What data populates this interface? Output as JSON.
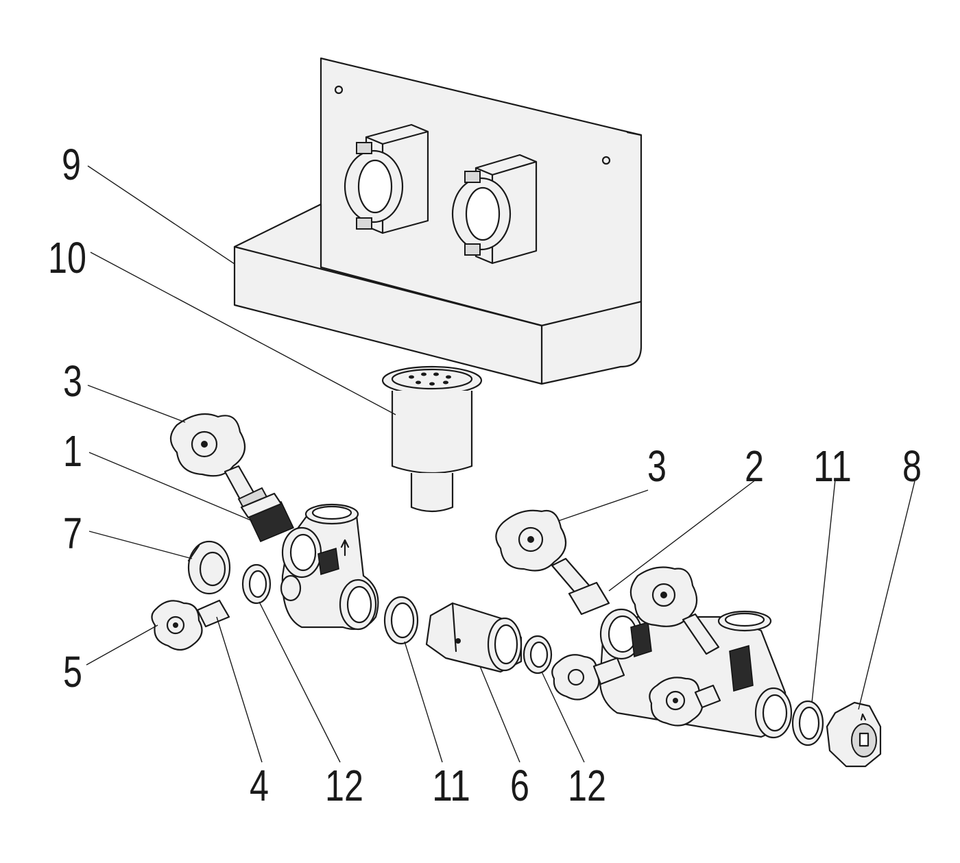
{
  "callouts": [
    {
      "id": "9",
      "text": "9"
    },
    {
      "id": "10",
      "text": "10"
    },
    {
      "id": "3a",
      "text": "3"
    },
    {
      "id": "1",
      "text": "1"
    },
    {
      "id": "7",
      "text": "7"
    },
    {
      "id": "5",
      "text": "5"
    },
    {
      "id": "3b",
      "text": "3"
    },
    {
      "id": "2",
      "text": "2"
    },
    {
      "id": "11a",
      "text": "11"
    },
    {
      "id": "8",
      "text": "8"
    },
    {
      "id": "4",
      "text": "4"
    },
    {
      "id": "12a",
      "text": "12"
    },
    {
      "id": "11b",
      "text": "11"
    },
    {
      "id": "6",
      "text": "6"
    },
    {
      "id": "12b",
      "text": "12"
    }
  ]
}
